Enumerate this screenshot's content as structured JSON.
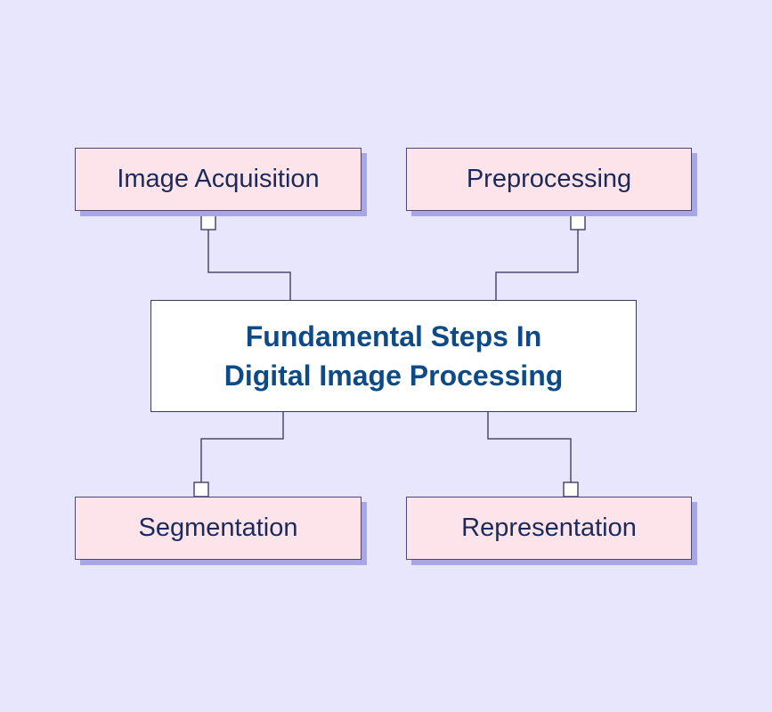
{
  "title": {
    "line1": "Fundamental Steps In",
    "line2": "Digital Image Processing"
  },
  "steps": [
    {
      "label": "Image Acquisition"
    },
    {
      "label": "Preprocessing"
    },
    {
      "label": "Segmentation"
    },
    {
      "label": "Representation"
    }
  ],
  "colors": {
    "background": "#e8e6fd",
    "box_fill": "#fde4ea",
    "shadow": "#a9a6e6",
    "title": "#0d4a86",
    "text": "#1c2a5a"
  }
}
